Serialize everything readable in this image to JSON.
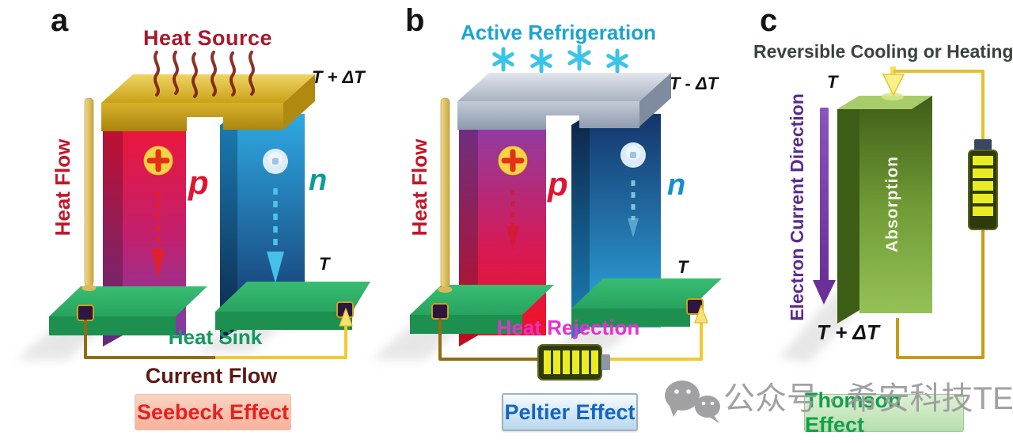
{
  "panels": {
    "a": {
      "letter": "a",
      "heat_source_label": "Heat Source",
      "temp_hot": "T + ΔT",
      "heat_flow_label": "Heat Flow",
      "p_label": "p",
      "n_label": "n",
      "temp_cold": "T",
      "heat_sink_label": "Heat Sink",
      "current_flow_label": "Current Flow",
      "effect_label": "Seebeck Effect"
    },
    "b": {
      "letter": "b",
      "title": "Active Refrigeration",
      "temp_cold": "T - ΔT",
      "heat_flow_label": "Heat Flow",
      "p_label": "p",
      "n_label": "n",
      "temp_hot": "T",
      "heat_rejection_label": "Heat Rejection",
      "effect_label": "Peltier Effect"
    },
    "c": {
      "letter": "c",
      "title": "Reversible Cooling or Heating",
      "temp_top": "T",
      "electron_current_label": "Electron Current Direction",
      "absorption_label": "Absorption",
      "temp_bottom": "T + ΔT",
      "effect_label": "Thomson Effect"
    }
  },
  "watermark": {
    "icon": "wechat-icon",
    "text": "公众号 · 希安科技TEC"
  },
  "icons": {
    "flame": "flame-icon",
    "snowflake": "snowflake-icon",
    "positive_carrier": "plus-carrier-icon",
    "electron_carrier": "electron-icon",
    "battery_horizontal": "battery-icon",
    "battery_vertical": "battery-icon",
    "current_arrow": "arrow-up-icon",
    "purple_arrow": "arrow-down-icon"
  },
  "colors": {
    "seebeck_red": "#e62020",
    "peltier_blue": "#1565c0",
    "thomson_green": "#12a04c",
    "heat_source": "#a9182a",
    "active_refrigeration": "#1ba4cf",
    "heat_rejection": "#e433cb",
    "heat_sink": "#109a5c",
    "current_flow": "#5c1812",
    "heat_flow": "#c01828",
    "electron_current": "#5a2a90",
    "wire_gold": "#e8c428",
    "watermark_gray": "#9a9a9c"
  }
}
